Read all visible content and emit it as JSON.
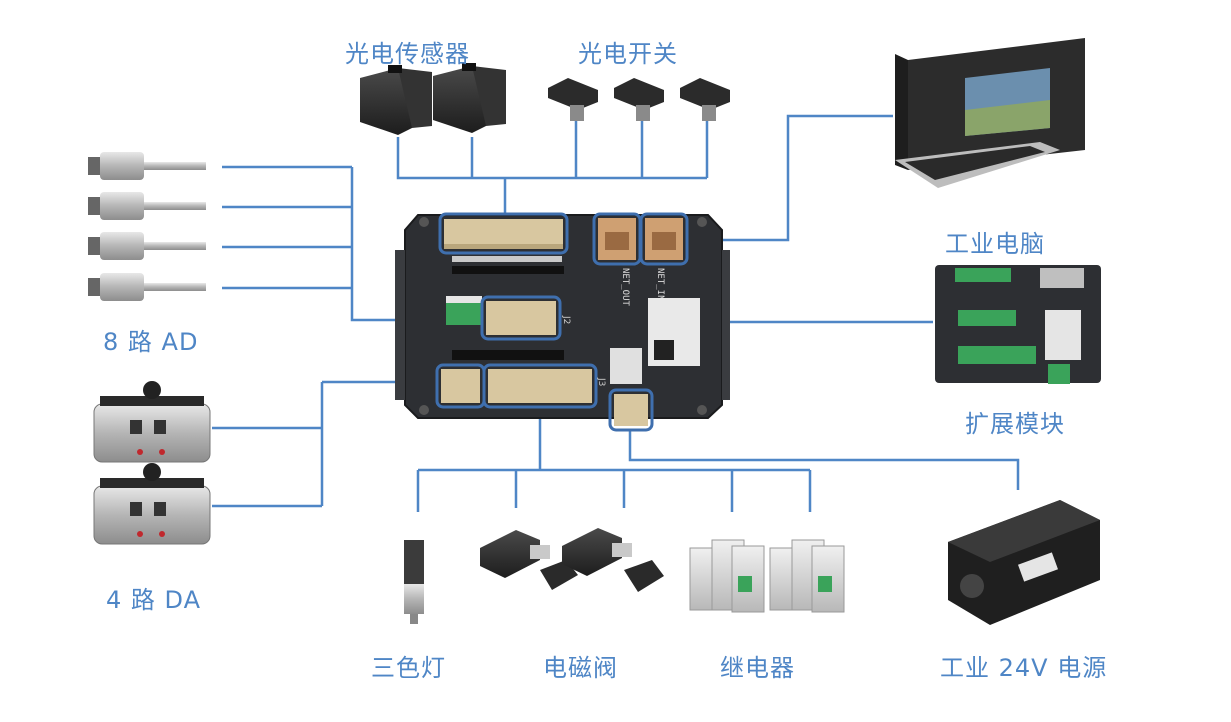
{
  "labels": {
    "photoelectric_sensor": "光电传感器",
    "photoelectric_switch": "光电开关",
    "industrial_pc": "工业电脑",
    "expansion_module": "扩展模块",
    "ad_8": "8 路 AD",
    "da_4": "4 路 DA",
    "tricolor_light": "三色灯",
    "solenoid_valve": "电磁阀",
    "relay": "继电器",
    "power_supply": "工业 24V 电源"
  },
  "board_marks": {
    "net_out": "NET_OUT",
    "net_in": "NET_IN",
    "j2": "J2",
    "j3": "J3"
  },
  "colors": {
    "line": "#4f86c6",
    "label": "#4f86c6",
    "board": "#2d2f33",
    "terminal": "#d8c7a0",
    "highlight": "#3f6fae"
  }
}
